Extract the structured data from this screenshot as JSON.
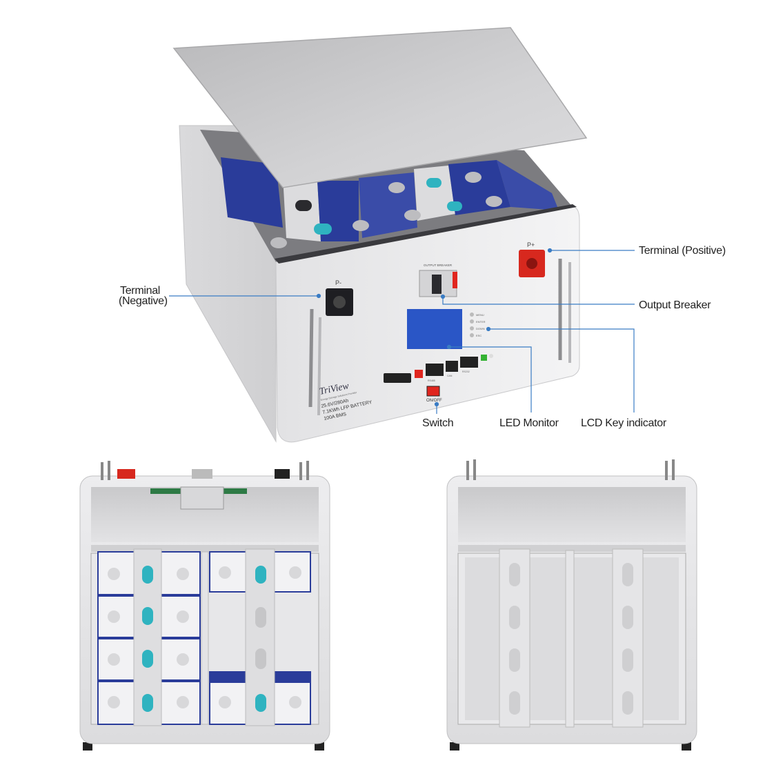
{
  "callouts": {
    "terminal_positive": "Terminal (Positive)",
    "terminal_negative_line1": "Terminal",
    "terminal_negative_line2": "(Negative)",
    "output_breaker": "Output Breaker",
    "switch": "Switch",
    "led_monitor": "LED Monitor",
    "lcd_key_indicator": "LCD Key indicator"
  },
  "panel": {
    "terminal_neg_label": "P-",
    "terminal_pos_label": "P+",
    "breaker_label": "OUTPUT BREAKER",
    "switch_label": "ON/OFF",
    "key_labels": [
      "MENU",
      "ENTER",
      "DOWN",
      "ESC"
    ],
    "port_labels": [
      "RS485",
      "CAN",
      "RS232"
    ],
    "brand": "TriView",
    "brand_tagline": "Energy Storage Solutions Provider",
    "spec_line1": "25.6V/280Ah",
    "spec_line2": "7.1KWh LFP BATTERY",
    "spec_line3": "100A BMS"
  },
  "colors": {
    "callout_line": "#3a7cc4",
    "lcd_screen": "#2a56c6",
    "terminal_positive": "#d7281e",
    "switch_red": "#e0261f",
    "cell_blue": "#2a3c9a",
    "teal_vent": "#2fb3c0",
    "cabinet": "#e8e8ea"
  }
}
